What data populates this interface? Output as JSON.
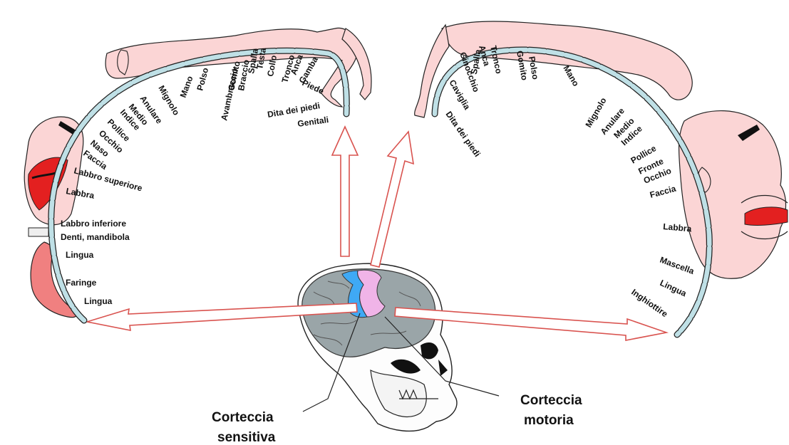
{
  "sensory_labels": [
    "Genitali",
    "Dita dei piedi",
    "Piede",
    "Gamba",
    "Anca",
    "Tronco",
    "Collo",
    "Testa",
    "Spalla",
    "Braccio",
    "Gomito",
    "Avambraccio",
    "Polso",
    "Mano",
    "Mignolo",
    "Anulare",
    "Medio",
    "Indice",
    "Pollice",
    "Occhio",
    "Naso",
    "Faccia",
    "Labbro superiore",
    "Labbra",
    "Labbro inferiore",
    "Denti, mandibola",
    "Lingua",
    "Faringe",
    "Lingua"
  ],
  "motor_labels": [
    "Dita dei piedi",
    "Caviglia",
    "Ginocchio",
    "Anca",
    "Tronco",
    "Spalla",
    "Gomito",
    "Polso",
    "Mano",
    "Mignolo",
    "Anulare",
    "Medio",
    "Indice",
    "Pollice",
    "Fronte",
    "Occhio",
    "Faccia",
    "Labbra",
    "Mascella",
    "Lingua",
    "Inghiottire"
  ],
  "captions": {
    "sensory": [
      "Corteccia",
      "sensitiva"
    ],
    "motor": [
      "Corteccia",
      "motoria"
    ]
  },
  "colors": {
    "arrow_stroke": "#d9534f",
    "strip": "#bfe0e6",
    "skin": "#fbd5d5",
    "lip": "#e32020",
    "sensory_cortex": "#3fa9f5",
    "motor_cortex": "#f0b4e8",
    "brain": "#9aa5a8"
  }
}
